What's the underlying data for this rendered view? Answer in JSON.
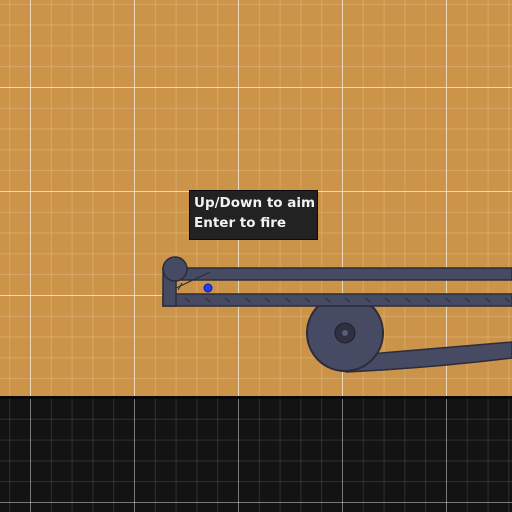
{
  "hint": {
    "line1": "Up/Down to aim",
    "line2": "Enter to fire"
  },
  "colors": {
    "background": "#cc9448",
    "ground": "#131313",
    "machine": "#474a63",
    "machine_outline": "#2a2c3b",
    "aim_marker": "#1f3dff",
    "hint_background": "#222222",
    "hint_text": "#f2f2f2"
  },
  "icons": {
    "launcher": "catapult-launcher",
    "aim_marker": "aim-dot-icon",
    "wheel": "wheel-icon"
  }
}
